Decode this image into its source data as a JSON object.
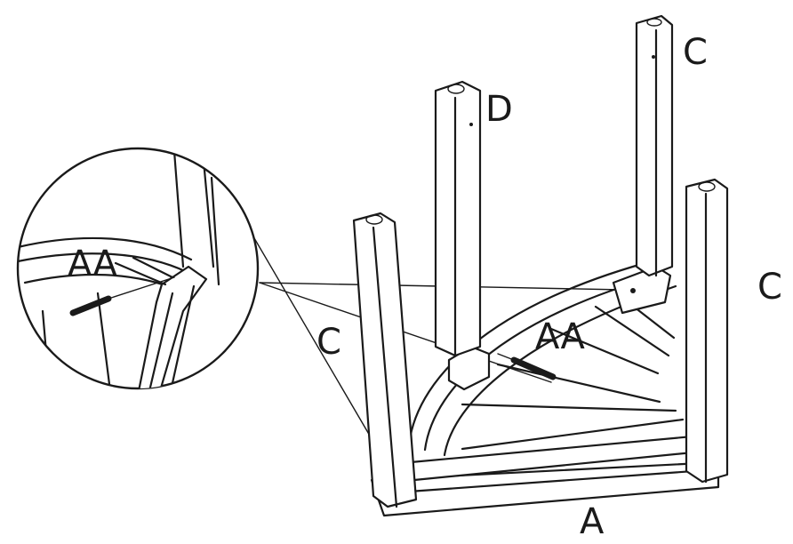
{
  "labels": {
    "part_a": "A",
    "part_c_left": "C",
    "part_c_top": "C",
    "part_c_right": "C",
    "part_d": "D",
    "screw_main": "AA",
    "screw_detail": "AA"
  },
  "colors": {
    "line": "#1a1a1a",
    "background": "#ffffff"
  },
  "icons": {
    "screw": "screw-icon",
    "magnifier": "detail-callout"
  }
}
